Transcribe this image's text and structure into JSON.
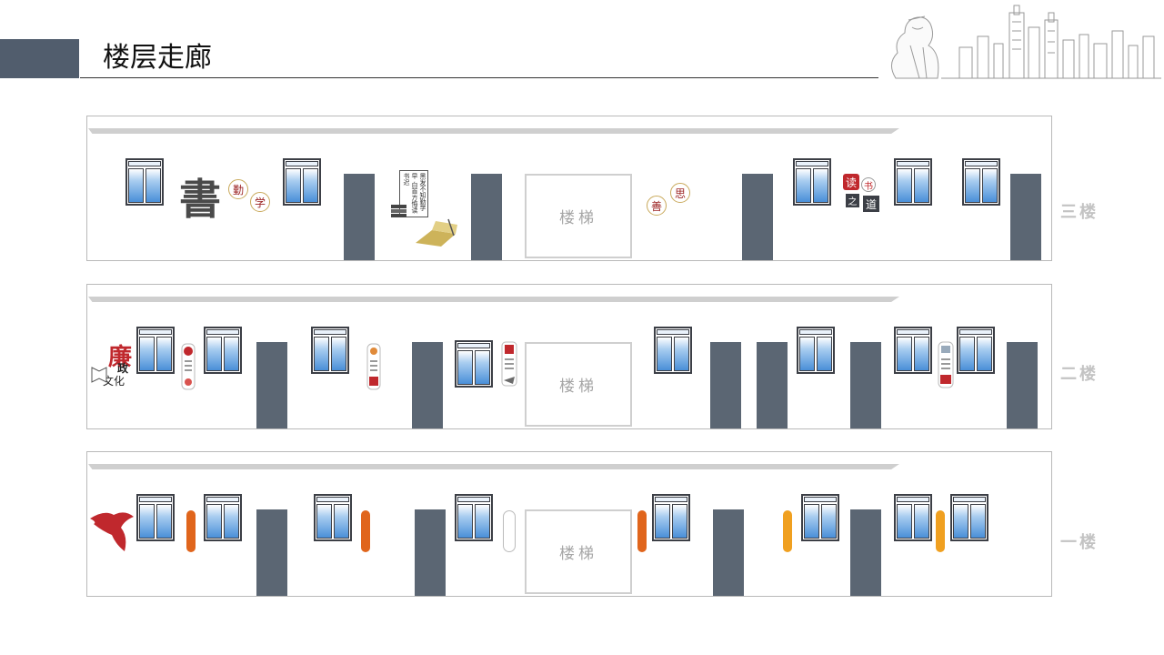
{
  "header": {
    "title": "楼层走廊"
  },
  "floors": [
    {
      "id": "floor-3",
      "label": "三楼",
      "stair_label": "楼梯",
      "decor": {
        "shu": "書",
        "qin": "勤",
        "xue": "学",
        "shan": "善",
        "si": "思",
        "du": "读",
        "shu2": "书",
        "zhi": "之",
        "dao": "道",
        "poem": [
          "黑发不知勤学早",
          "白首方悔读书迟"
        ]
      }
    },
    {
      "id": "floor-2",
      "label": "二楼",
      "stair_label": "楼梯",
      "decor": {
        "lian": "廉",
        "zheng": "政",
        "wenhua": "文化"
      }
    },
    {
      "id": "floor-1",
      "label": "一楼",
      "stair_label": "楼梯"
    }
  ],
  "colors": {
    "header_block": "#515d6d",
    "door": "#5b6673",
    "red": "#c0282d",
    "gold": "#c9a95b"
  }
}
